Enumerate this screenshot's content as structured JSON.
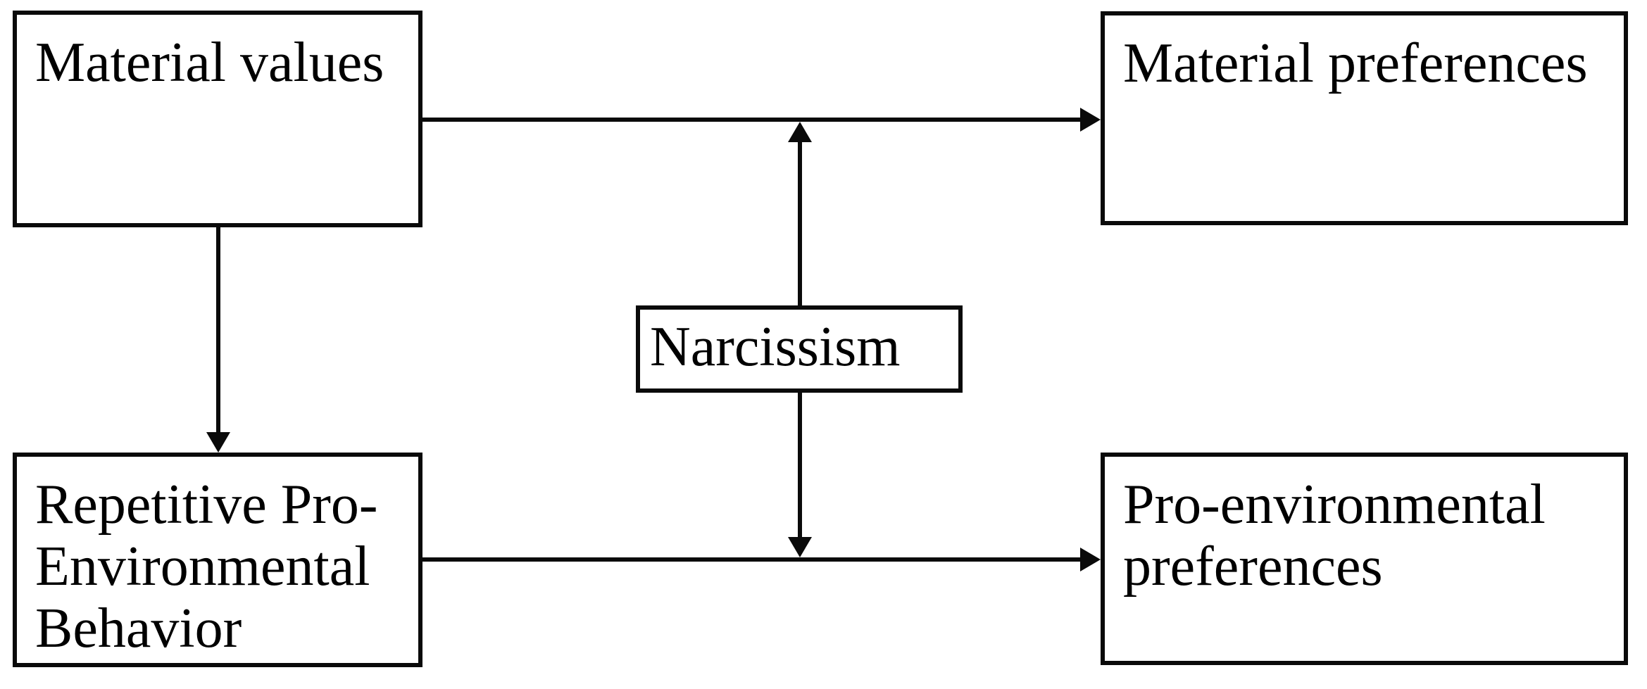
{
  "diagram": {
    "background_color": "#ffffff",
    "line_color": "#000000",
    "nodes": {
      "material_values": {
        "label": "Material values"
      },
      "material_preferences": {
        "label": "Material preferences"
      },
      "narcissism": {
        "label": "Narcissism"
      },
      "repetitive_pro_environmental_behavior": {
        "label": "Repetitive Pro-Environmental Behavior"
      },
      "pro_environmental_preferences": {
        "label": "Pro-environmental preferences"
      }
    },
    "edges": [
      {
        "from": "material_values",
        "to": "material_preferences",
        "style": "arrow"
      },
      {
        "from": "material_values",
        "to": "repetitive_pro_environmental_behavior",
        "style": "arrow"
      },
      {
        "from": "repetitive_pro_environmental_behavior",
        "to": "pro_environmental_preferences",
        "style": "arrow"
      },
      {
        "from": "narcissism",
        "to": "path material_values -> material_preferences",
        "style": "moderation-arrow"
      },
      {
        "from": "narcissism",
        "to": "path repetitive_pro_environmental_behavior -> pro_environmental_preferences",
        "style": "moderation-arrow"
      }
    ]
  }
}
